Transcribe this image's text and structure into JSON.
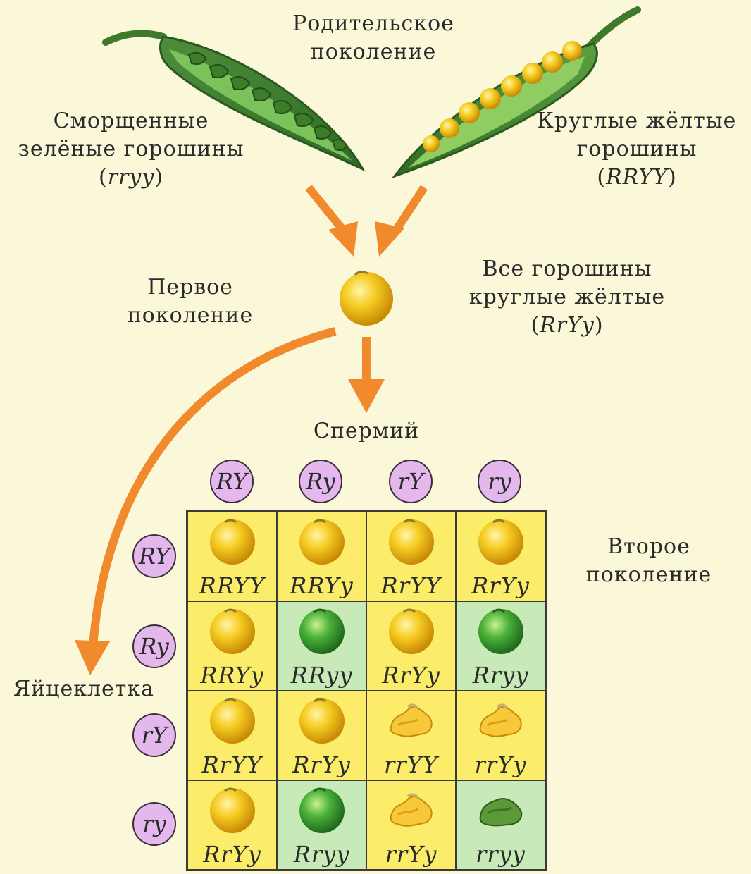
{
  "labels": {
    "parent_gen_line1": "Родительское",
    "parent_gen_line2": "поколение",
    "wrinkled_line1": "Сморщенные",
    "wrinkled_line2": "зелёные горошины",
    "wrinkled_geno": "rryy",
    "round_line1": "Круглые жёлтые",
    "round_line2": "горошины",
    "round_geno": "RRYY",
    "first_gen_line1": "Первое",
    "first_gen_line2": "поколение",
    "f1_line1": "Все горошины",
    "f1_line2": "круглые жёлтые",
    "f1_geno": "RrYy",
    "sperm": "Спермий",
    "egg": "Яйцеклетка",
    "second_gen_line1": "Второе",
    "second_gen_line2": "поколение"
  },
  "sperm_gametes": [
    "RY",
    "Ry",
    "rY",
    "ry"
  ],
  "egg_gametes": [
    "RY",
    "Ry",
    "rY",
    "ry"
  ],
  "punnett": [
    [
      {
        "g": "RRYY",
        "pea": "round-yellow"
      },
      {
        "g": "RRYy",
        "pea": "round-yellow"
      },
      {
        "g": "RrYY",
        "pea": "round-yellow"
      },
      {
        "g": "RrYy",
        "pea": "round-yellow"
      }
    ],
    [
      {
        "g": "RRYy",
        "pea": "round-yellow"
      },
      {
        "g": "RRyy",
        "pea": "round-green"
      },
      {
        "g": "RrYy",
        "pea": "round-yellow"
      },
      {
        "g": "Rryy",
        "pea": "round-green"
      }
    ],
    [
      {
        "g": "RrYY",
        "pea": "round-yellow"
      },
      {
        "g": "RrYy",
        "pea": "round-yellow"
      },
      {
        "g": "rrYY",
        "pea": "wrinkled-yellow"
      },
      {
        "g": "rrYy",
        "pea": "wrinkled-yellow"
      }
    ],
    [
      {
        "g": "RrYy",
        "pea": "round-yellow"
      },
      {
        "g": "Rryy",
        "pea": "round-green"
      },
      {
        "g": "rrYy",
        "pea": "wrinkled-yellow"
      },
      {
        "g": "rryy",
        "pea": "wrinkled-green"
      }
    ]
  ],
  "colors": {
    "background": "#fbf8d9",
    "arrow": "#f08a2c",
    "yellow_cell": "#fbed6a",
    "green_cell": "#c8eab8",
    "gamete": "#e4b8ec"
  }
}
